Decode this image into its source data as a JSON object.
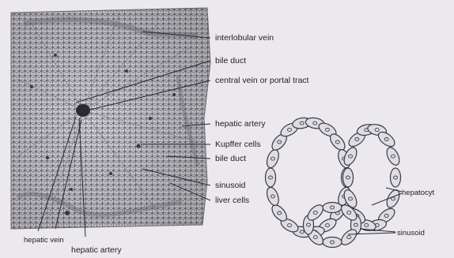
{
  "labels": {
    "interlobular_vein": "interlobular vein",
    "bile_duct_top": "bile duct",
    "central_vein": "central vein or portal tract",
    "hepatic_artery_right": "hepatic artery",
    "kupffer_cells": "Kupffer cells",
    "bile_duct_mid": "bile duct",
    "sinusoid_left": "sinusoid",
    "liver_cells": "liver cells",
    "hepatic_vein": "hepatic vein",
    "hepatic_artery_bottom": "hepatic artery",
    "hepatocyte": "hepatocyt",
    "sinusoid_right": "sinusoid"
  },
  "colors": {
    "paper": "#ebe9ee",
    "ink": "#1f1d24",
    "tissue": "#cfcdd3"
  }
}
